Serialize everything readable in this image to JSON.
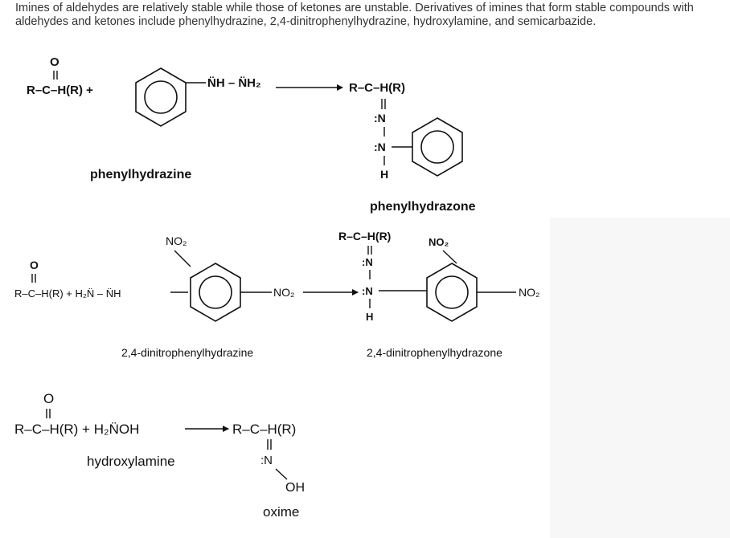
{
  "intro_text": "Imines of aldehydes are relatively stable while those of ketones are unstable. Derivatives of imines that form stable compounds with aldehydes and ketones include phenylhydrazine, 2,4-dinitrophenylhydrazine, hydroxylamine, and semicarbazide.",
  "reaction1": {
    "oxygen": "O",
    "carbonyl_chain": "R–C–H(R) +",
    "reagent_group": "N̈H – N̈H₂",
    "reagent_name": "phenylhydrazine",
    "product_chain": "R–C–H(R)",
    "n1": ":N",
    "n2": ":N",
    "h": "H",
    "product_name": "phenylhydrazone"
  },
  "reaction2": {
    "oxygen": "O",
    "carbonyl_chain": "R–C–H(R) + H₂N̈ – N̈H",
    "no2_top": "NO₂",
    "no2_right": "NO₂",
    "reagent_name": "2,4-dinitrophenylhydrazine",
    "product_chain": "R–C–H(R)",
    "n1": ":N",
    "n2": ":N",
    "h": "H",
    "product_no2_top": "NO₂",
    "product_no2_right": "NO₂",
    "product_name": "2,4-dinitrophenylhydrazone"
  },
  "reaction3": {
    "oxygen": "O",
    "carbonyl_chain": "R–C–H(R) + H₂N̈OH",
    "reagent_name": "hydroxylamine",
    "product_chain": "R–C–H(R)",
    "n1": ":N",
    "oh": "OH",
    "product_name": "oxime"
  }
}
